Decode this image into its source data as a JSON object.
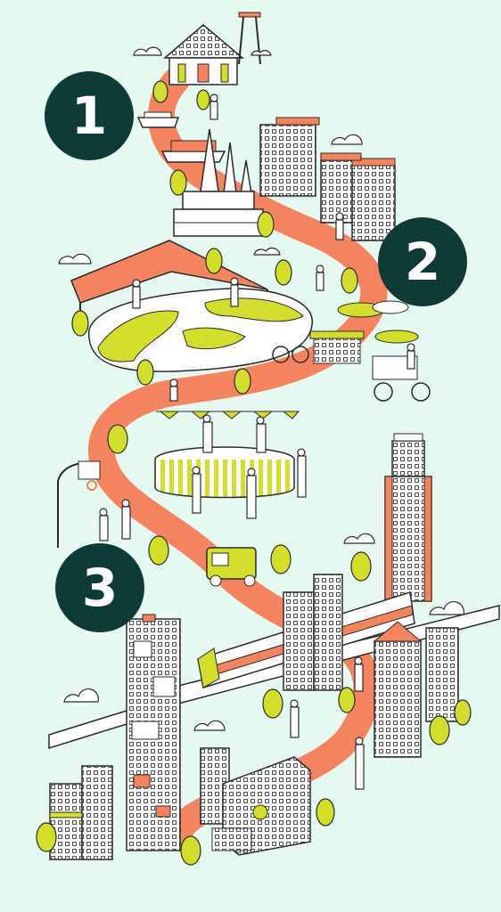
{
  "markers": [
    {
      "label": "1"
    },
    {
      "label": "2"
    },
    {
      "label": "3"
    }
  ],
  "colors": {
    "background": "#e6f9f0",
    "path": "#f4845f",
    "marker": "#0f3b36",
    "accent": "#d2de2a",
    "line": "#2b2b2b",
    "park": "#ffffff"
  }
}
